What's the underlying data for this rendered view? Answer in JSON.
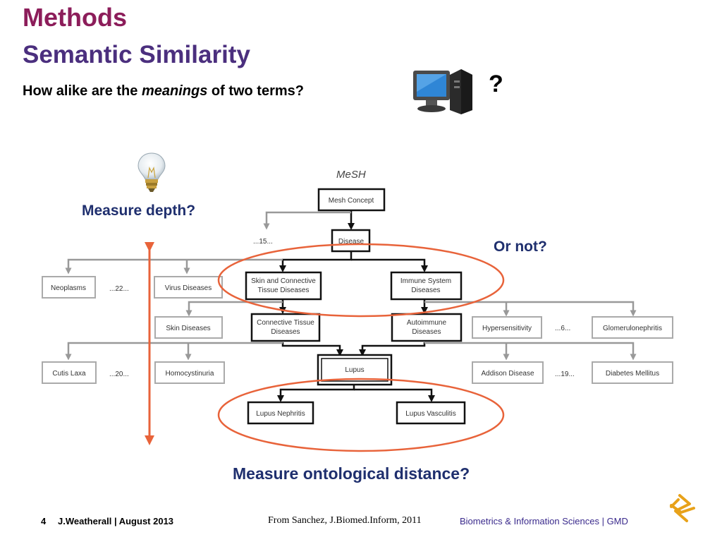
{
  "slide": {
    "title": "Methods",
    "subtitle": "Semantic Similarity",
    "question_pre": "How alike are the ",
    "question_em": "meanings",
    "question_post": " of two terms?",
    "question_mark": "?",
    "measure_depth": "Measure depth?",
    "or_not": "Or not?",
    "measure_distance": "Measure ontological distance?"
  },
  "diagram": {
    "heading": "MeSH",
    "mesh_concept": "Mesh Concept",
    "disease": "Disease",
    "ellipsis_15": "...15...",
    "neoplasms": "Neoplasms",
    "ellipsis_22": "...22...",
    "virus_diseases": "Virus Diseases",
    "skin_connective": [
      "Skin and Connective",
      "Tissue Diseases"
    ],
    "immune_system": [
      "Immune System",
      "Diseases"
    ],
    "skin_diseases": "Skin Diseases",
    "connective_tissue": [
      "Connective Tissue",
      "Diseases"
    ],
    "autoimmune": [
      "Autoimmune",
      "Diseases"
    ],
    "hypersensitivity": "Hypersensitivity",
    "ellipsis_6": "...6...",
    "glomerulonephritis": "Glomerulonephritis",
    "cutis_laxa": "Cutis Laxa",
    "ellipsis_20": "...20...",
    "homocystinuria": "Homocystinuria",
    "lupus": "Lupus",
    "addison": "Addison Disease",
    "ellipsis_19": "...19...",
    "diabetes": "Diabetes Mellitus",
    "lupus_nephritis": "Lupus Nephritis",
    "lupus_vasculitis": "Lupus Vasculitis"
  },
  "footer": {
    "page_number": "4",
    "author_date": "J.Weatherall | August 2013",
    "source": "From Sanchez, J.Biomed.Inform, 2011",
    "organization": "Biometrics & Information Sciences | GMD"
  },
  "icons": {
    "computer": "computer-icon",
    "lightbulb": "lightbulb-icon",
    "logo": "company-logo-icon"
  },
  "colors": {
    "title": "#8c1d5a",
    "subtitle": "#4b2f7e",
    "annotation": "#1f2f6e",
    "highlight": "#e8633a",
    "footer_org": "#3a2a8c"
  }
}
